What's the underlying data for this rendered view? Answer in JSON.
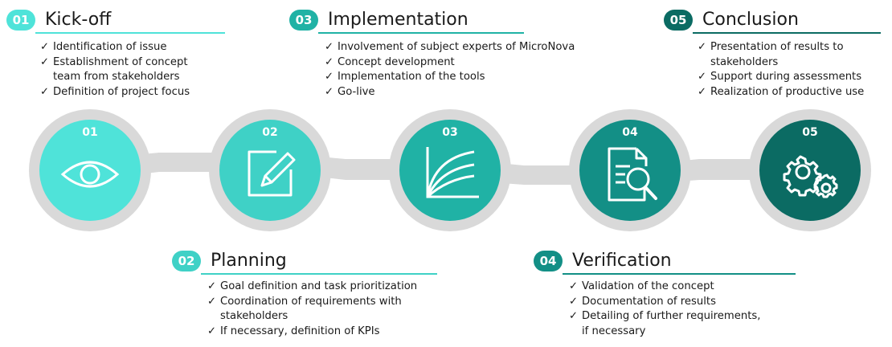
{
  "colors": {
    "p1": "#4fe3d9",
    "p2": "#3fd1c6",
    "p3": "#20b2a5",
    "p4": "#138f86",
    "p5": "#0b6b63",
    "ring": "#d9d9d9",
    "connector": "#d9d9d9"
  },
  "phases": [
    {
      "num": "01",
      "title": "Kick-off",
      "circle_label": "01",
      "icon": "eye-icon",
      "items": [
        {
          "text": "Identification of issue"
        },
        {
          "text": "Establishment of concept",
          "cont": "team from stakeholders"
        },
        {
          "text": "Definition of project focus"
        }
      ]
    },
    {
      "num": "02",
      "title": "Planning",
      "circle_label": "02",
      "icon": "edit-pencil-icon",
      "items": [
        {
          "text": "Goal definition and task prioritization"
        },
        {
          "text": "Coordination of requirements with",
          "cont": "stakeholders"
        },
        {
          "text": "If necessary, definition of KPIs"
        }
      ]
    },
    {
      "num": "03",
      "title": "Implementation",
      "circle_label": "03",
      "icon": "growth-curve-icon",
      "items": [
        {
          "text": "Involvement of subject experts of MicroNova"
        },
        {
          "text": "Concept development"
        },
        {
          "text": "Implementation of the tools"
        },
        {
          "text": "Go-live"
        }
      ]
    },
    {
      "num": "04",
      "title": "Verification",
      "circle_label": "04",
      "icon": "document-search-icon",
      "items": [
        {
          "text": "Validation of the concept"
        },
        {
          "text": "Documentation of results"
        },
        {
          "text": "Detailing of further requirements,",
          "cont": "if necessary"
        }
      ]
    },
    {
      "num": "05",
      "title": "Conclusion",
      "circle_label": "05",
      "icon": "gears-icon",
      "items": [
        {
          "text": "Presentation of results to",
          "cont": "stakeholders"
        },
        {
          "text": "Support during assessments"
        },
        {
          "text": "Realization of productive use"
        }
      ]
    }
  ],
  "check_glyph": "✓"
}
